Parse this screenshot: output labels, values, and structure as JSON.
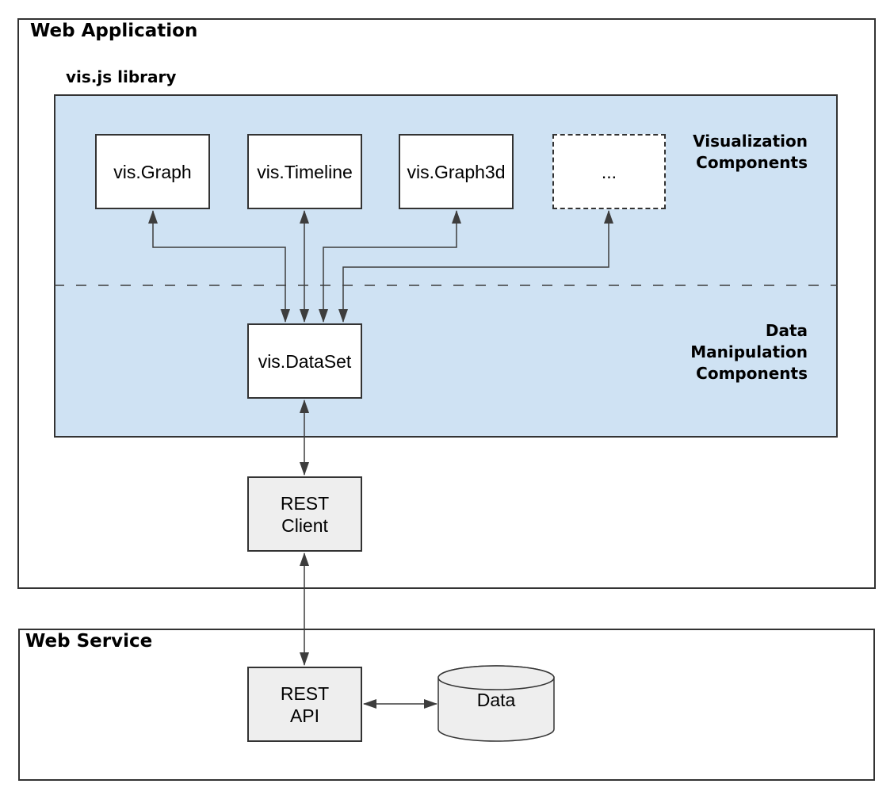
{
  "web_application": {
    "title": "Web Application"
  },
  "library": {
    "title": "vis.js library",
    "visualization_label": "Visualization\nComponents",
    "data_manipulation_label": "Data\nManipulation\nComponents",
    "nodes": {
      "graph": "vis.Graph",
      "timeline": "vis.Timeline",
      "graph3d": "vis.Graph3d",
      "more": "...",
      "dataset": "vis.DataSet"
    }
  },
  "rest_client": {
    "label": "REST\nClient"
  },
  "web_service": {
    "title": "Web Service",
    "rest_api": "REST\nAPI",
    "data_store": "Data"
  },
  "colors": {
    "library_fill": "#cfe2f3",
    "node_fill": "#ffffff",
    "service_node_fill": "#eeeeee",
    "stroke": "#333333",
    "connector": "#3d3d3d",
    "text": "#000000"
  }
}
